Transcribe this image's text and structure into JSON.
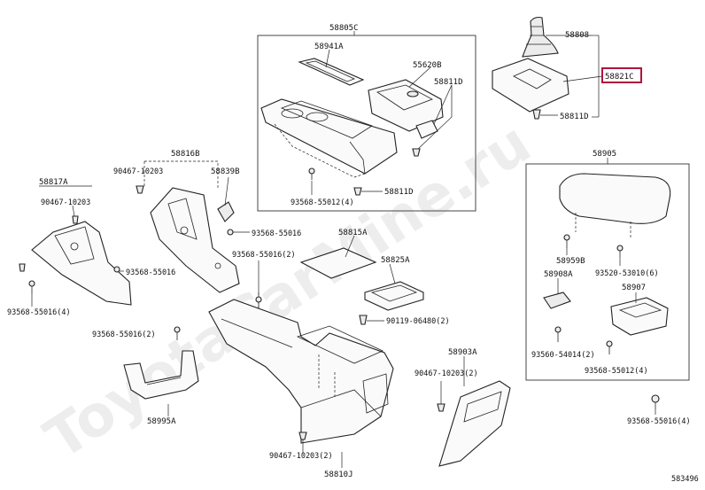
{
  "diagram": {
    "figure_id": "583496",
    "watermark": "ToyotaCarMine.ru",
    "labels": {
      "p58805C": "58805C",
      "p58941A": "58941A",
      "p55620B": "55620B",
      "p58811D_a": "58811D",
      "p58811D_b": "58811D",
      "p58811D_c": "58811D",
      "p93568_55012_4_a": "93568-55012(4)",
      "p58808": "58808",
      "p58821C": "58821C",
      "p58816B": "58816B",
      "p90467_10203_a": "90467-10203",
      "p58839B": "58839B",
      "p58817A": "58817A",
      "p90467_10203_b": "90467-10203",
      "p93568_55016_a": "93568-55016",
      "p93568_55016_2_a": "93568-55016(2)",
      "p93568_55016_b": "93568-55016",
      "p93568_55016_4_a": "93568-55016(4)",
      "p58815A": "58815A",
      "p58825A": "58825A",
      "p90119_06480_2": "90119-06480(2)",
      "p93568_55016_2_b": "93568-55016(2)",
      "p58903A": "58903A",
      "p90467_10203_2_a": "90467-10203(2)",
      "p58995A": "58995A",
      "p90467_10203_2_b": "90467-10203(2)",
      "p58810J": "58810J",
      "p58905": "58905",
      "p58959B": "58959B",
      "p93520_53010_6": "93520-53010(6)",
      "p58908A": "58908A",
      "p58907": "58907",
      "p93560_54014_2": "93560-54014(2)",
      "p93568_55012_4_b": "93568-55012(4)",
      "p93568_55016_4_b": "93568-55016(4)"
    }
  }
}
